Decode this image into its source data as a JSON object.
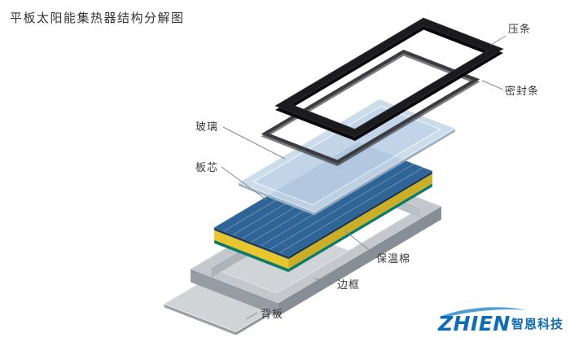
{
  "title": "平板太阳能集热器结构分解图",
  "labels": {
    "press_strip": "压条",
    "seal_strip": "密封条",
    "glass": "玻璃",
    "absorber": "板芯",
    "insulation": "保温棉",
    "frame": "边框",
    "back_sheet": "背板"
  },
  "explosion_order_top_to_bottom": [
    "压条",
    "密封条",
    "玻璃",
    "板芯",
    "保温棉",
    "边框",
    "背板"
  ],
  "logo": {
    "latin": "ZHIEN",
    "cn": "智恩科技"
  },
  "colors": {
    "press_strip": "#1b1b1f",
    "seal_strip": "#3c3c40",
    "glass": "#c9daea",
    "absorber": "#2f6496",
    "insulation": "#e8c62e",
    "insulation_accent": "#0d7a68",
    "frame_metal": "#c4c8cc",
    "back_sheet": "#d0d4d6",
    "logo_blue": "#0f6cb5",
    "logo_swoosh": "#4f9fd7",
    "label_text": "#3a3a3a",
    "leader_line": "#8a8a8a"
  }
}
